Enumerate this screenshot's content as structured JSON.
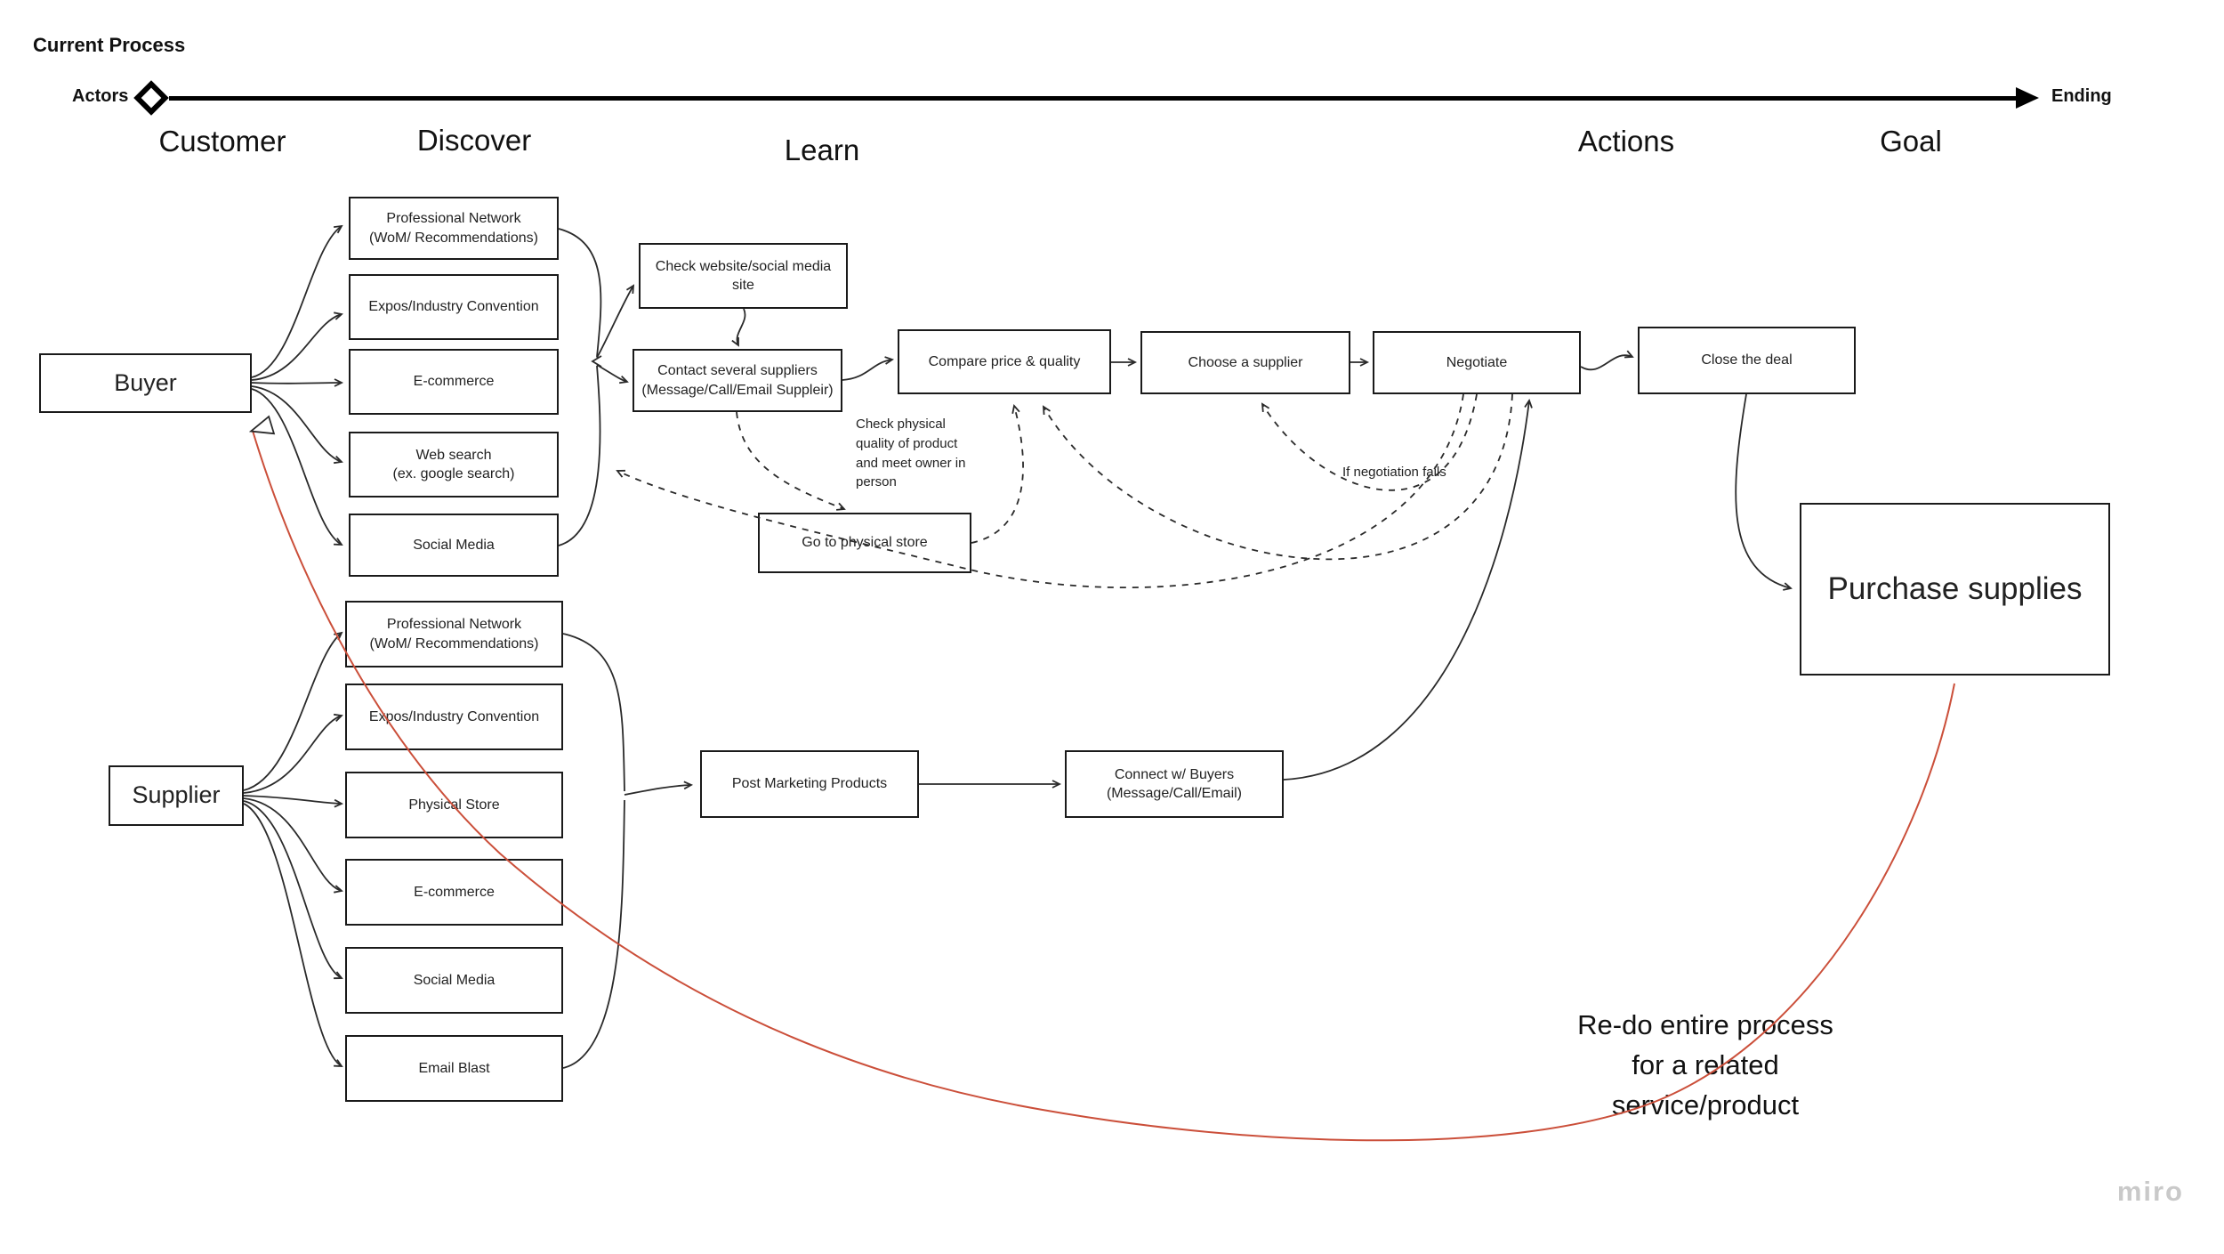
{
  "title": "Current Process",
  "timeline": {
    "actors_label": "Actors",
    "ending_label": "Ending",
    "start_marker": "diamond",
    "end_marker": "arrow"
  },
  "stages": [
    {
      "id": "customer",
      "label": "Customer"
    },
    {
      "id": "discover",
      "label": "Discover"
    },
    {
      "id": "learn",
      "label": "Learn"
    },
    {
      "id": "actions",
      "label": "Actions"
    },
    {
      "id": "goal",
      "label": "Goal"
    }
  ],
  "nodes": {
    "buyer": {
      "label": "Buyer"
    },
    "buyer_channels": [
      {
        "label": "Professional Network\n(WoM/ Recommendations)"
      },
      {
        "label": "Expos/Industry Convention"
      },
      {
        "label": "E-commerce"
      },
      {
        "label": "Web search\n(ex. google search)"
      },
      {
        "label": "Social Media"
      }
    ],
    "learn": {
      "check_site": {
        "label": "Check website/social media site"
      },
      "contact": {
        "label": "Contact several suppliers\n(Message/Call/Email Suppleir)"
      },
      "physical_store": {
        "label": "Go to physical store"
      }
    },
    "actions": [
      {
        "label": "Compare price & quality"
      },
      {
        "label": "Choose a supplier"
      },
      {
        "label": "Negotiate"
      },
      {
        "label": "Close the deal"
      }
    ],
    "goal": {
      "label": "Purchase supplies"
    },
    "supplier": {
      "label": "Supplier"
    },
    "supplier_channels": [
      {
        "label": "Professional Network\n(WoM/ Recommendations)"
      },
      {
        "label": "Expos/Industry Convention"
      },
      {
        "label": "Physical Store"
      },
      {
        "label": "E-commerce"
      },
      {
        "label": "Social Media"
      },
      {
        "label": "Email Blast"
      }
    ],
    "supplier_actions": [
      {
        "label": "Post Marketing Products"
      },
      {
        "label": "Connect w/ Buyers\n(Message/Call/Email)"
      }
    ]
  },
  "annotations": {
    "physical_check": {
      "text": "Check physical\nquality of product\nand meet owner in\nperson"
    },
    "negotiation_fails": {
      "text": "If negotiation fails"
    },
    "redo": {
      "text": "Re-do entire process\nfor a related\nservice/product"
    }
  },
  "edges": [
    {
      "from": "Buyer",
      "to": "buyer discovery channels (5)",
      "style": "solid-curved"
    },
    {
      "from": "buyer discovery channels",
      "to": "Check website/social media site",
      "style": "solid-brace"
    },
    {
      "from": "buyer discovery channels",
      "to": "Contact several suppliers",
      "style": "solid-brace"
    },
    {
      "from": "Check website/social media site",
      "to": "Contact several suppliers",
      "style": "solid"
    },
    {
      "from": "Contact several suppliers",
      "to": "Compare price & quality",
      "style": "solid"
    },
    {
      "from": "Compare price & quality",
      "to": "Choose a supplier",
      "style": "solid"
    },
    {
      "from": "Choose a supplier",
      "to": "Negotiate",
      "style": "solid"
    },
    {
      "from": "Negotiate",
      "to": "Close the deal",
      "style": "solid"
    },
    {
      "from": "Close the deal",
      "to": "Purchase supplies",
      "style": "solid"
    },
    {
      "from": "Contact several suppliers",
      "to": "Go to physical store",
      "style": "dashed",
      "note": "Check physical quality of product and meet owner in person"
    },
    {
      "from": "Go to physical store",
      "to": "Compare price & quality",
      "style": "dashed"
    },
    {
      "from": "Negotiate",
      "to": "Choose a supplier",
      "style": "dashed",
      "note": "If negotiation fails"
    },
    {
      "from": "Negotiate",
      "to": "Compare price & quality",
      "style": "dashed"
    },
    {
      "from": "Negotiate",
      "to": "buyer discovery channels",
      "style": "dashed"
    },
    {
      "from": "Supplier",
      "to": "supplier channels (6)",
      "style": "solid-curved"
    },
    {
      "from": "supplier channels",
      "to": "Post Marketing Products",
      "style": "solid-brace"
    },
    {
      "from": "Post Marketing Products",
      "to": "Connect w/ Buyers",
      "style": "solid"
    },
    {
      "from": "Connect w/ Buyers",
      "to": "Negotiate",
      "style": "solid"
    },
    {
      "from": "Purchase supplies",
      "to": "Buyer",
      "style": "red-curved",
      "note": "Re-do entire process for a related service/product"
    }
  ],
  "colors": {
    "line": "#2a2a2a",
    "redo_arrow": "#cb4f3a",
    "watermark": "#c9c9c9",
    "box_border": "#1a1a1a",
    "background": "#ffffff"
  },
  "watermark": "miro"
}
